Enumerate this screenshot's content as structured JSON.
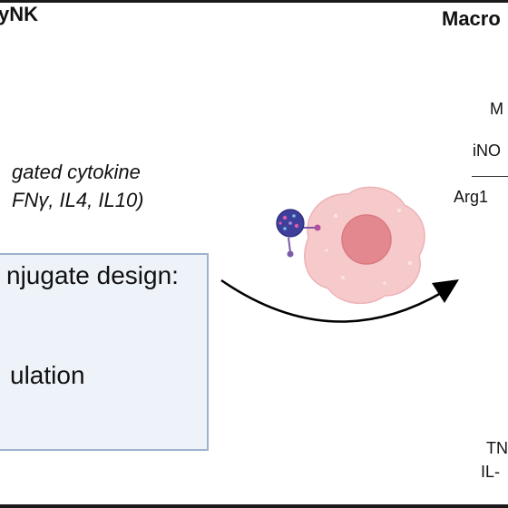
{
  "left_panel": {
    "title_fragment": "yNK",
    "cytokine_line1": "gated cytokine",
    "cytokine_line2": "FNγ, IL4, IL10)",
    "box_line1": "njugate design:",
    "box_line2": "ulation"
  },
  "right_panel": {
    "title_fragment": "Macro",
    "label_m": "M",
    "label_inos": "iNO",
    "label_arg1": "Arg1",
    "label_tn": "TN",
    "label_il": "IL-"
  },
  "colors": {
    "box_fill": "#eef2f9",
    "box_border": "#9fb2cc",
    "cell_outer": "#f6c9cb",
    "cell_nucleus": "#e3888e",
    "particle": "#5b4aa8",
    "arrow": "#000000"
  },
  "icons": [
    "cell-icon",
    "nanoparticle-icon",
    "curved-arrow-icon"
  ]
}
